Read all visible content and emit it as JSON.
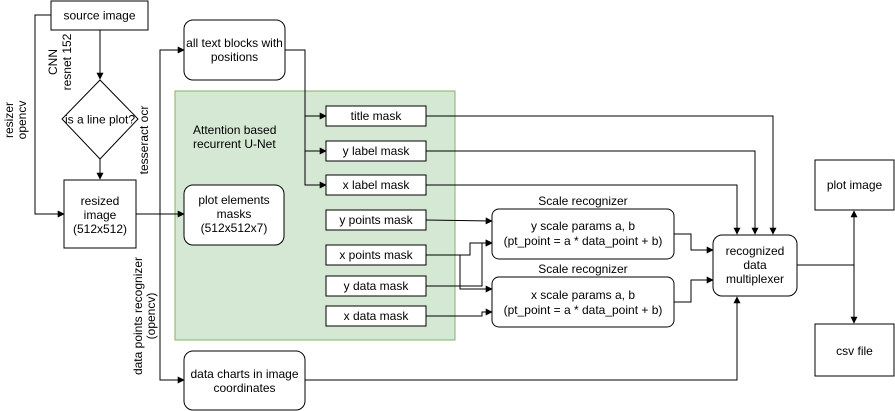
{
  "nodes": {
    "source": "source image",
    "classifier": "is a line plot?",
    "resized": [
      "resized",
      "image",
      "(512x512)"
    ],
    "text_blocks": [
      "all text blocks with",
      "positions"
    ],
    "unet_title": [
      "Attention based",
      "recurrent U-Net"
    ],
    "plot_masks": [
      "plot elements",
      "masks",
      "(512x512x7)"
    ],
    "data_charts": [
      "data charts in image",
      "coordinates"
    ],
    "title_mask": "title mask",
    "y_label_mask": "y label mask",
    "x_label_mask": "x label mask",
    "y_points_mask": "y points mask",
    "x_points_mask": "x points mask",
    "y_data_mask": "y data mask",
    "x_data_mask": "x data mask",
    "y_scale_header": "Scale recognizer",
    "y_scale": [
      "y scale params a, b",
      "(pt_point = a * data_point + b)"
    ],
    "x_scale_header": "Scale recognizer",
    "x_scale": [
      "x scale params a, b",
      "(pt_point = a * data_point + b)"
    ],
    "multiplexer": [
      "recognized",
      "data",
      "multiplexer"
    ],
    "plot_image": "plot image",
    "csv_file": "csv file"
  },
  "edge_labels": {
    "resizer": [
      "resizer",
      "opencv"
    ],
    "cnn": [
      "CNN",
      "resnet 152"
    ],
    "tesseract": "tesseract ocr",
    "points_recognizer": [
      "data points recognizer",
      "(opencv)"
    ]
  }
}
